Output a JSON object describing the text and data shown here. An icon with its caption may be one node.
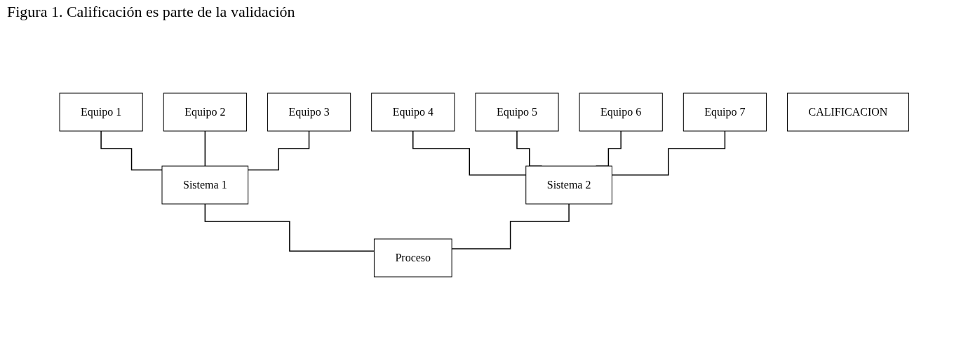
{
  "diagram": {
    "title": "Figura 1. Calificación es parte de la validación",
    "nodes": [
      {
        "text": [
          "Equipo 1"
        ]
      },
      {
        "text": [
          "Equipo 2"
        ]
      },
      {
        "text": [
          "Equipo 3"
        ]
      },
      {
        "text": [
          "Equipo 4"
        ]
      },
      {
        "text": [
          "Equipo 5"
        ]
      },
      {
        "text": [
          "Equipo 6"
        ]
      },
      {
        "text": [
          "Equipo 7"
        ]
      },
      {
        "text": [
          "Sistema 1"
        ]
      },
      {
        "text": [
          "Sistema 2"
        ]
      },
      {
        "text": [
          "Proceso"
        ]
      },
      {
        "text": [
          "CALIFICACION"
        ]
      }
    ],
    "edges": [
      {
        "from": 0,
        "to": 7,
        "arrow": "none"
      },
      {
        "from": 1,
        "to": 7,
        "arrow": "none"
      },
      {
        "from": 2,
        "to": 7,
        "arrow": "none"
      },
      {
        "from": 3,
        "to": 8,
        "arrow": "none"
      },
      {
        "from": 4,
        "to": 8,
        "arrow": "none"
      },
      {
        "from": 5,
        "to": 8,
        "arrow": "none"
      },
      {
        "from": 6,
        "to": 8,
        "arrow": "none"
      },
      {
        "from": 7,
        "to": 9,
        "arrow": "none"
      },
      {
        "from": 8,
        "to": 9,
        "arrow": "none"
      }
    ]
  }
}
